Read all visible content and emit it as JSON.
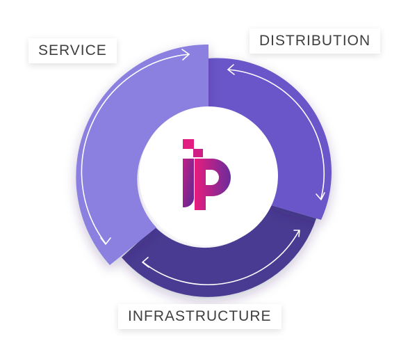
{
  "labels": {
    "service": "SERVICE",
    "distribution": "DISTRIBUTION",
    "infrastructure": "INFRASTRUCTURE"
  },
  "colors": {
    "service_segment": "#8b80e0",
    "distribution_segment": "#6a57c8",
    "infrastructure_segment": "#4a3b91",
    "center_circle": "#ffffff",
    "arrow": "#ffffff",
    "logo_gradient_start": "#e81c7c",
    "logo_gradient_end": "#6b2c9c"
  },
  "icons": {
    "logo": "brand-logo-icon",
    "cycle_arrows": "cycle-arrow-icon"
  }
}
